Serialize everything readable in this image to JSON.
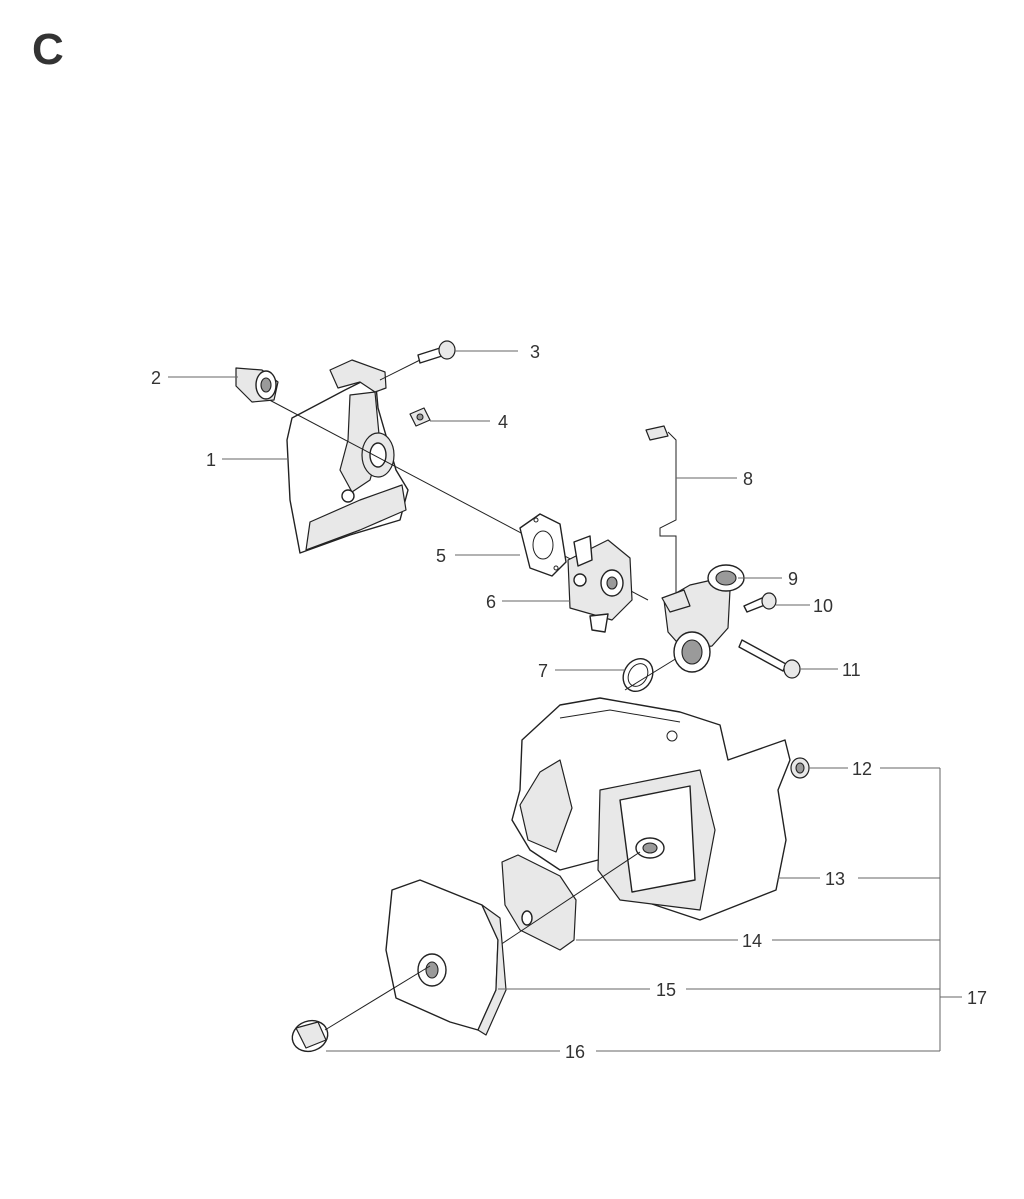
{
  "section_letter": "C",
  "callouts": [
    {
      "id": "1",
      "label": "1"
    },
    {
      "id": "2",
      "label": "2"
    },
    {
      "id": "3",
      "label": "3"
    },
    {
      "id": "4",
      "label": "4"
    },
    {
      "id": "5",
      "label": "5"
    },
    {
      "id": "6",
      "label": "6"
    },
    {
      "id": "7",
      "label": "7"
    },
    {
      "id": "8",
      "label": "8"
    },
    {
      "id": "9",
      "label": "9"
    },
    {
      "id": "10",
      "label": "10"
    },
    {
      "id": "11",
      "label": "11"
    },
    {
      "id": "12",
      "label": "12"
    },
    {
      "id": "13",
      "label": "13"
    },
    {
      "id": "14",
      "label": "14"
    },
    {
      "id": "15",
      "label": "15"
    },
    {
      "id": "16",
      "label": "16"
    },
    {
      "id": "17",
      "label": "17"
    }
  ]
}
